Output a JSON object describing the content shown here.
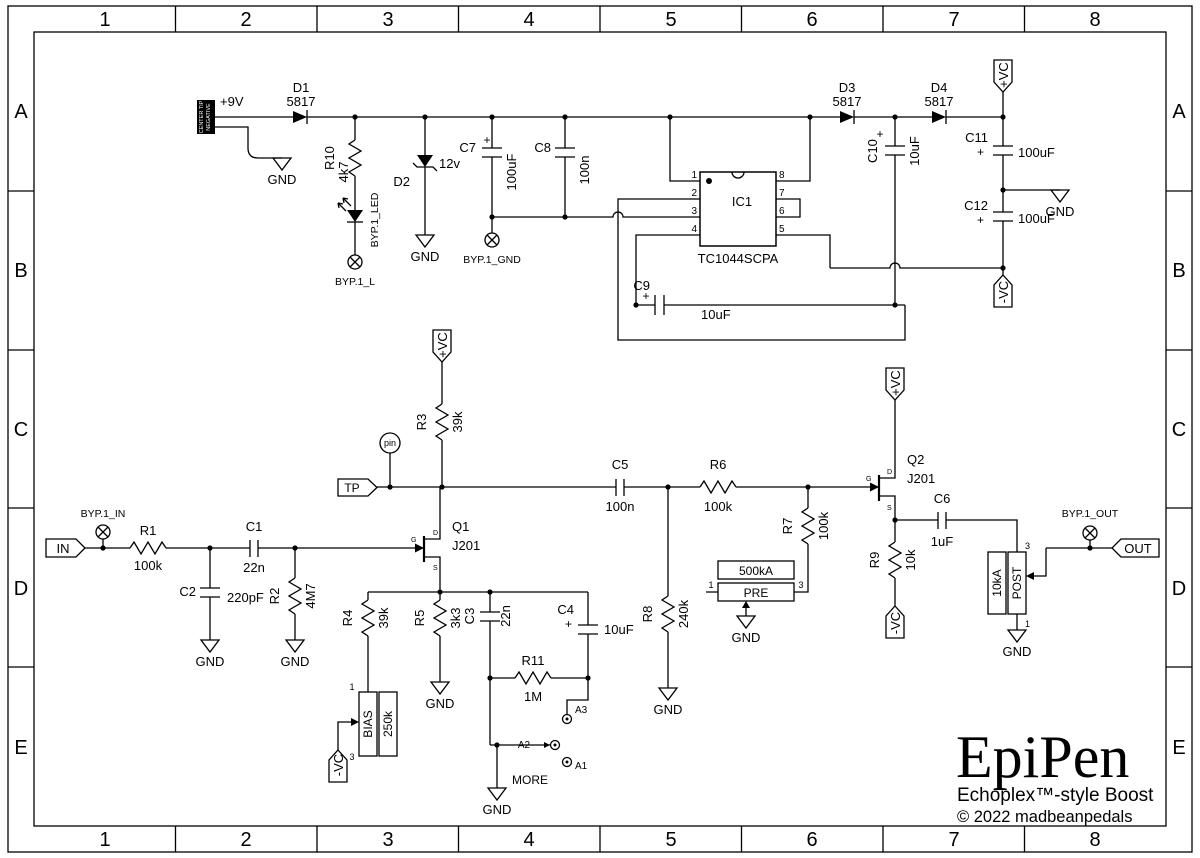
{
  "frame": {
    "cols": [
      "1",
      "2",
      "3",
      "4",
      "5",
      "6",
      "7",
      "8"
    ],
    "rows": [
      "A",
      "B",
      "C",
      "D",
      "E"
    ]
  },
  "title_block": {
    "title": "EpiPen",
    "subtitle": "Echoplex™-style Boost",
    "copyright": "© 2022 madbeanpedals"
  },
  "nets": {
    "gnd": "GND",
    "vc_pos": "+VC",
    "vc_neg": "-VC",
    "v9": "+9V",
    "plus": "+"
  },
  "connectors": {
    "input": "IN",
    "output": "OUT",
    "testpoint": "TP",
    "pin": "pin",
    "jack_line1": "CENTER TIP",
    "jack_line2": "NEGATIVE"
  },
  "pads": {
    "led": "BYP.1_LED",
    "l": "BYP.1_L",
    "gnd": "BYP.1_GND",
    "input": "BYP.1_IN",
    "output": "BYP.1_OUT"
  },
  "switch": {
    "label": "MORE",
    "a1": "A1",
    "a2": "A2",
    "a3": "A3"
  },
  "ic1": {
    "ref": "IC1",
    "part": "TC1044SCPA",
    "pins": [
      "1",
      "2",
      "3",
      "4",
      "5",
      "6",
      "7",
      "8"
    ]
  },
  "fet": {
    "d": "D",
    "g": "G",
    "s": "S"
  },
  "components": {
    "d1": {
      "ref": "D1",
      "val": "5817"
    },
    "d2": {
      "ref": "D2",
      "val": "12v"
    },
    "d3": {
      "ref": "D3",
      "val": "5817"
    },
    "d4": {
      "ref": "D4",
      "val": "5817"
    },
    "r1": {
      "ref": "R1",
      "val": "100k"
    },
    "r2": {
      "ref": "R2",
      "val": "4M7"
    },
    "r3": {
      "ref": "R3",
      "val": "39k"
    },
    "r4": {
      "ref": "R4",
      "val": "39k"
    },
    "r5": {
      "ref": "R5",
      "val": "3k3"
    },
    "r6": {
      "ref": "R6",
      "val": "100k"
    },
    "r7": {
      "ref": "R7",
      "val": "100k"
    },
    "r8": {
      "ref": "R8",
      "val": "240k"
    },
    "r9": {
      "ref": "R9",
      "val": "10k"
    },
    "r10": {
      "ref": "R10",
      "val": "4k7"
    },
    "r11": {
      "ref": "R11",
      "val": "1M"
    },
    "c1": {
      "ref": "C1",
      "val": "22n"
    },
    "c2": {
      "ref": "C2",
      "val": "220pF"
    },
    "c3": {
      "ref": "C3",
      "val": "22n"
    },
    "c4": {
      "ref": "C4",
      "val": "10uF"
    },
    "c5": {
      "ref": "C5",
      "val": "100n"
    },
    "c6": {
      "ref": "C6",
      "val": "1uF"
    },
    "c7": {
      "ref": "C7",
      "val": "100uF"
    },
    "c8": {
      "ref": "C8",
      "val": "100n"
    },
    "c9": {
      "ref": "C9",
      "val": "10uF"
    },
    "c10": {
      "ref": "C10",
      "val": "10uF"
    },
    "c11": {
      "ref": "C11",
      "val": "100uF"
    },
    "c12": {
      "ref": "C12",
      "val": "100uF"
    },
    "q1": {
      "ref": "Q1",
      "val": "J201"
    },
    "q2": {
      "ref": "Q2",
      "val": "J201"
    }
  },
  "pots": {
    "bias": {
      "ref": "BIAS",
      "val": "250k",
      "pin1": "1",
      "pin3": "3"
    },
    "pre": {
      "ref": "PRE",
      "val": "500kA",
      "pin1": "1",
      "pin3": "3"
    },
    "post": {
      "ref": "POST",
      "val": "10kA",
      "pin1": "1",
      "pin3": "3"
    }
  }
}
